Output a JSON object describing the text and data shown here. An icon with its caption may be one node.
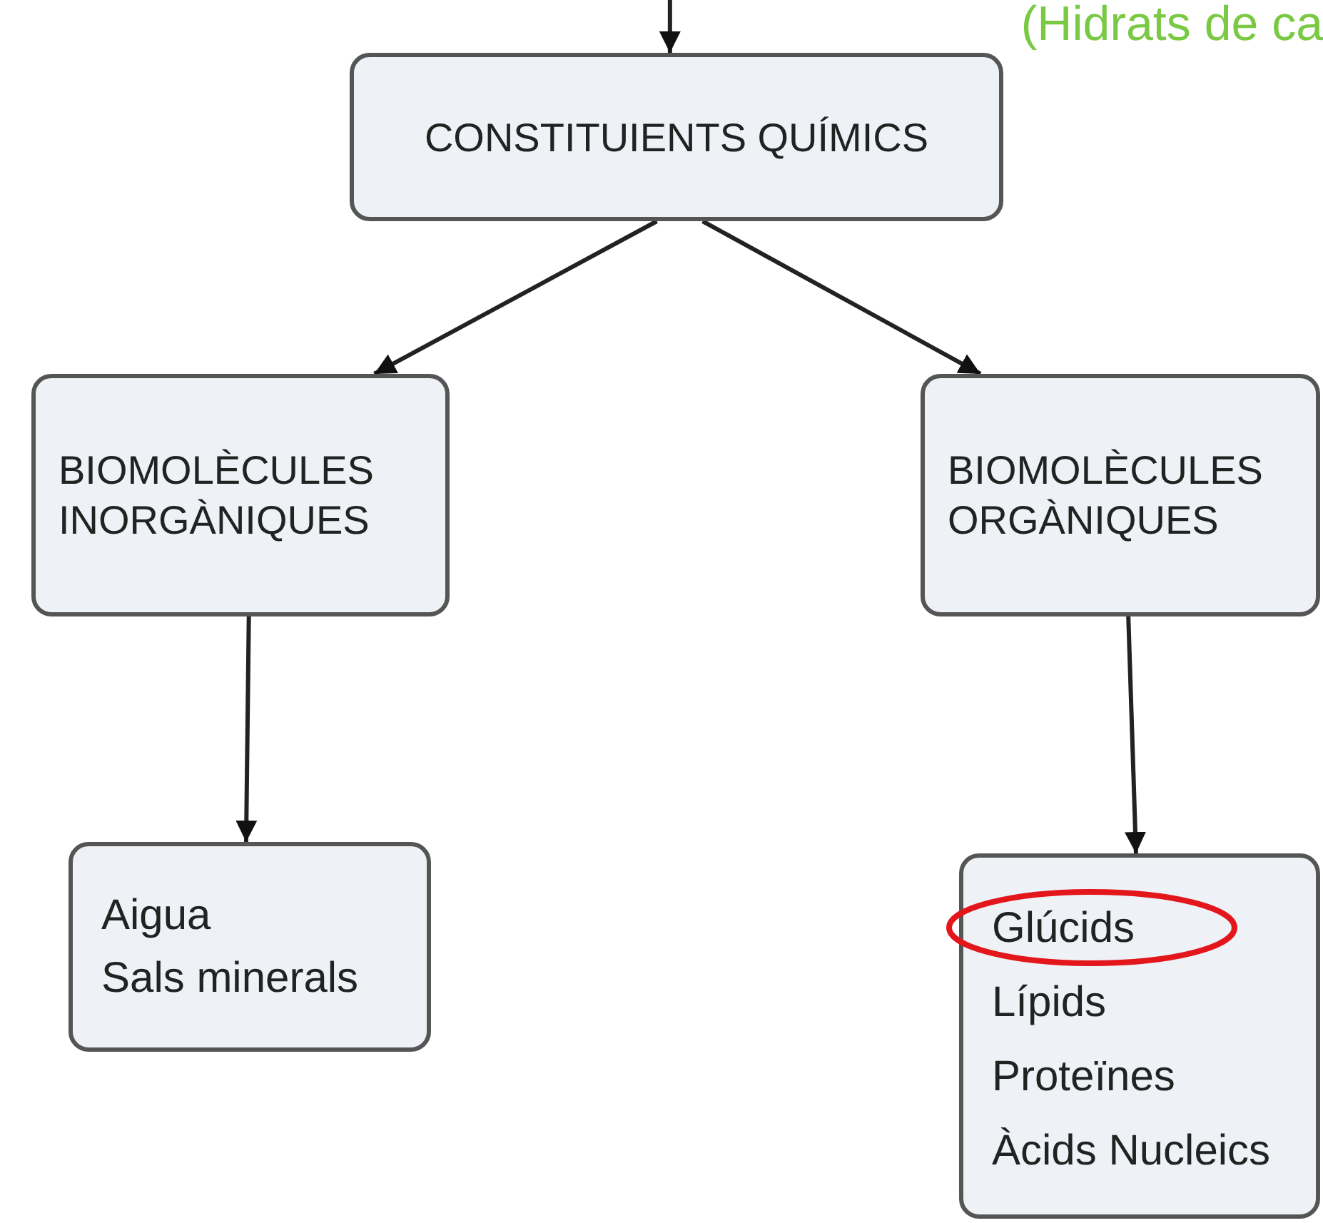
{
  "diagram": {
    "nodes": [
      {
        "text": [
          "CONSTITUIENTS QUÍMICS"
        ]
      },
      {
        "text": [
          "BIOMOLÈCULES INORGÀNIQUES"
        ]
      },
      {
        "text": [
          "BIOMOLÈCULES ORGÀNIQUES"
        ]
      },
      {
        "text": [
          "Aigua",
          "Sals minerals"
        ]
      },
      {
        "text": [
          "Glúcids",
          "Lípids",
          "Proteïnes",
          "Àcids Nucleics"
        ]
      }
    ],
    "edges": [
      {
        "from": null,
        "to": 0,
        "arrow": "to"
      },
      {
        "from": 0,
        "to": 1,
        "arrow": "to"
      },
      {
        "from": 0,
        "to": 2,
        "arrow": "to"
      },
      {
        "from": 1,
        "to": 3,
        "arrow": "to"
      },
      {
        "from": 2,
        "to": 4,
        "arrow": "to"
      }
    ],
    "labels": [
      "(Hidrats de ca"
    ]
  }
}
